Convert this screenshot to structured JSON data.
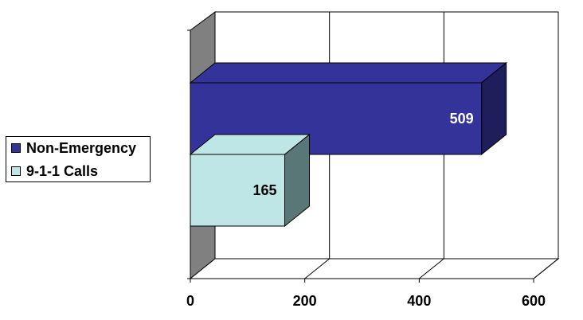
{
  "chart_data": {
    "type": "bar",
    "orientation": "horizontal",
    "style": "3d",
    "categories": [
      "9-1-1 Calls",
      "Non-Emergency"
    ],
    "series": [
      {
        "name": "9-1-1 Calls",
        "values": [
          165
        ],
        "color": "#BFE6E6",
        "label": "165"
      },
      {
        "name": "Non-Emergency",
        "values": [
          509
        ],
        "color": "#333399",
        "label": "509"
      }
    ],
    "xlim": [
      0,
      600
    ],
    "x_ticks": [
      "0",
      "200",
      "400",
      "600"
    ],
    "grid": true,
    "legend": "left"
  },
  "colors": {
    "wall": "#ffffff",
    "floor": "#808080",
    "nonemergency_side": "#1E1E5C",
    "calls_side": "#5A7777"
  }
}
